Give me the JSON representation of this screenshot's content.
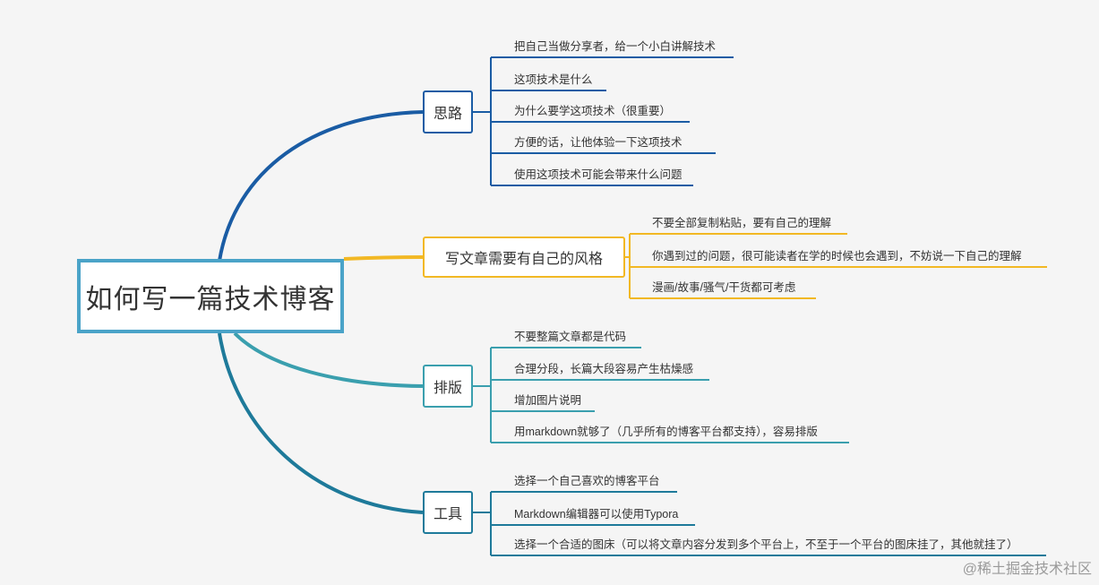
{
  "root": {
    "title": "如何写一篇技术博客"
  },
  "branches": [
    {
      "label": "思路",
      "color": "#1a5ca4",
      "items": [
        "把自己当做分享者，给一个小白讲解技术",
        "这项技术是什么",
        "为什么要学这项技术（很重要）",
        "方便的话，让他体验一下这项技术",
        "使用这项技术可能会带来什么问题"
      ]
    },
    {
      "label": "写文章需要有自己的风格",
      "color": "#f2b824",
      "items": [
        "不要全部复制粘贴，要有自己的理解",
        "你遇到过的问题，很可能读者在学的时候也会遇到，不妨说一下自己的理解",
        "漫画/故事/骚气/干货都可考虑"
      ]
    },
    {
      "label": "排版",
      "color": "#3a9fae",
      "items": [
        "不要整篇文章都是代码",
        "合理分段，长篇大段容易产生枯燥感",
        "增加图片说明",
        "用markdown就够了（几乎所有的博客平台都支持），容易排版"
      ]
    },
    {
      "label": "工具",
      "color": "#1e7a9a",
      "items": [
        "选择一个自己喜欢的博客平台",
        "Markdown编辑器可以使用Typora",
        "选择一个合适的图床（可以将文章内容分发到多个平台上，不至于一个平台的图床挂了，其他就挂了）"
      ]
    }
  ],
  "watermark": "@稀土掘金技术社区"
}
